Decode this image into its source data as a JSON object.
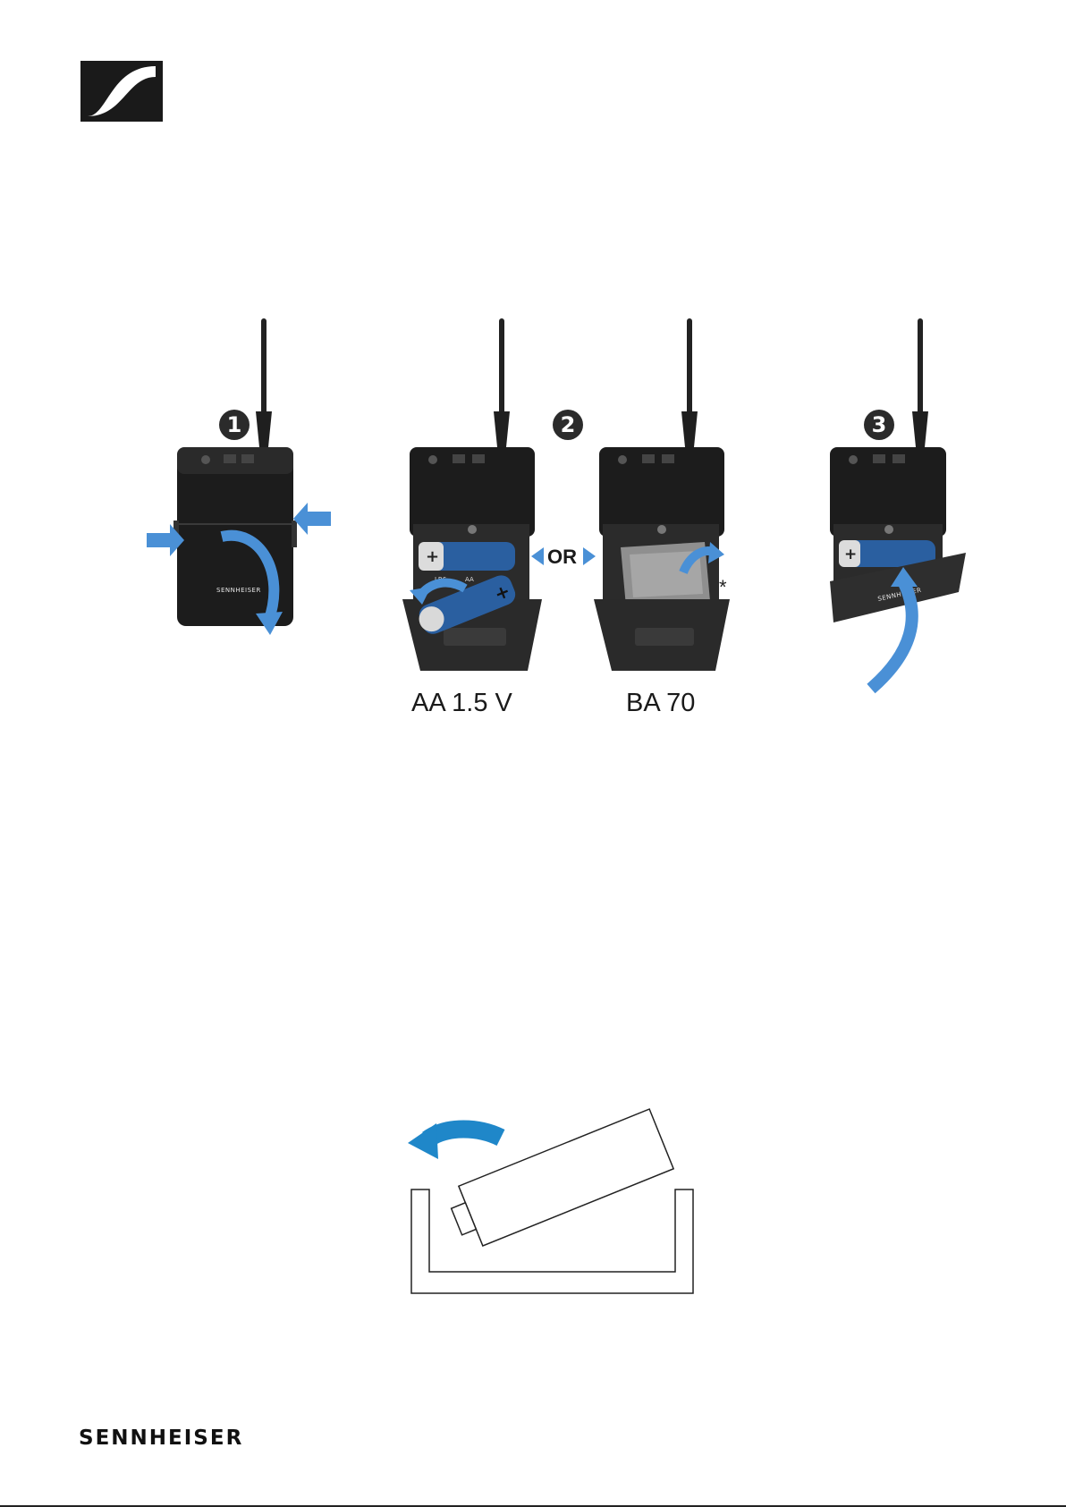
{
  "brand": {
    "wordmark": "SENNHEISER",
    "device_label": "SENNHEISER",
    "accent_color": "#4a90d6",
    "logo_icon": "sennheiser-logo-mark"
  },
  "steps": [
    {
      "number": "1"
    },
    {
      "number": "2"
    },
    {
      "number": "3"
    }
  ],
  "options": {
    "separator": "OR",
    "aa_caption": "AA 1.5 V",
    "ba_caption": "BA 70",
    "footnote_marker": "*"
  },
  "compartment_label": {
    "cell_a": "LR6",
    "cell_b": "AA"
  }
}
